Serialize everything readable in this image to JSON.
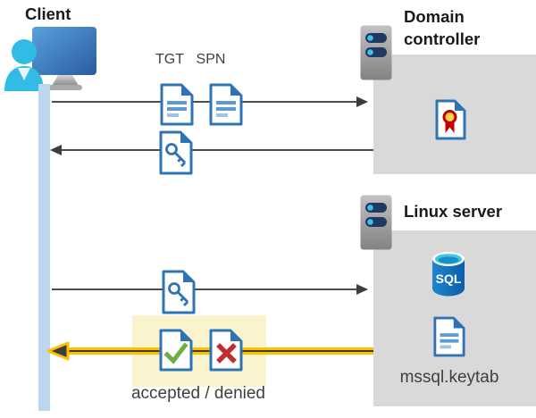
{
  "colors": {
    "doc_blue": "#2E74B5",
    "doc_line_blue": "#5B9BD5",
    "doc_line_light": "#9DC3E6",
    "check_green": "#6FAE45",
    "cross_red": "#C02E2E",
    "cert_yellow": "#FFD24C",
    "cert_red": "#C00000",
    "pill_navy": "#1F3864",
    "dot_cyan": "#3FC0E8",
    "box_gray": "#D9D9D9",
    "timeline_blue": "#BDD7EE",
    "arrow_gray": "#4D4D4D",
    "highlight_yellow": "#FAF3CE",
    "accent_yellow": "#FFC000",
    "person_cyan": "#31BCE6",
    "text_dark": "#3F3F3F",
    "title_black": "#1A1A1A"
  },
  "client": {
    "label": "Client"
  },
  "domain_controller": {
    "title": "Domain controller"
  },
  "linux_server": {
    "title": "Linux server",
    "sql_label": "SQL",
    "keytab_label": "mssql.keytab"
  },
  "flow": {
    "tgt_label": "TGT",
    "spn_label": "SPN",
    "result_label": "accepted / denied"
  }
}
